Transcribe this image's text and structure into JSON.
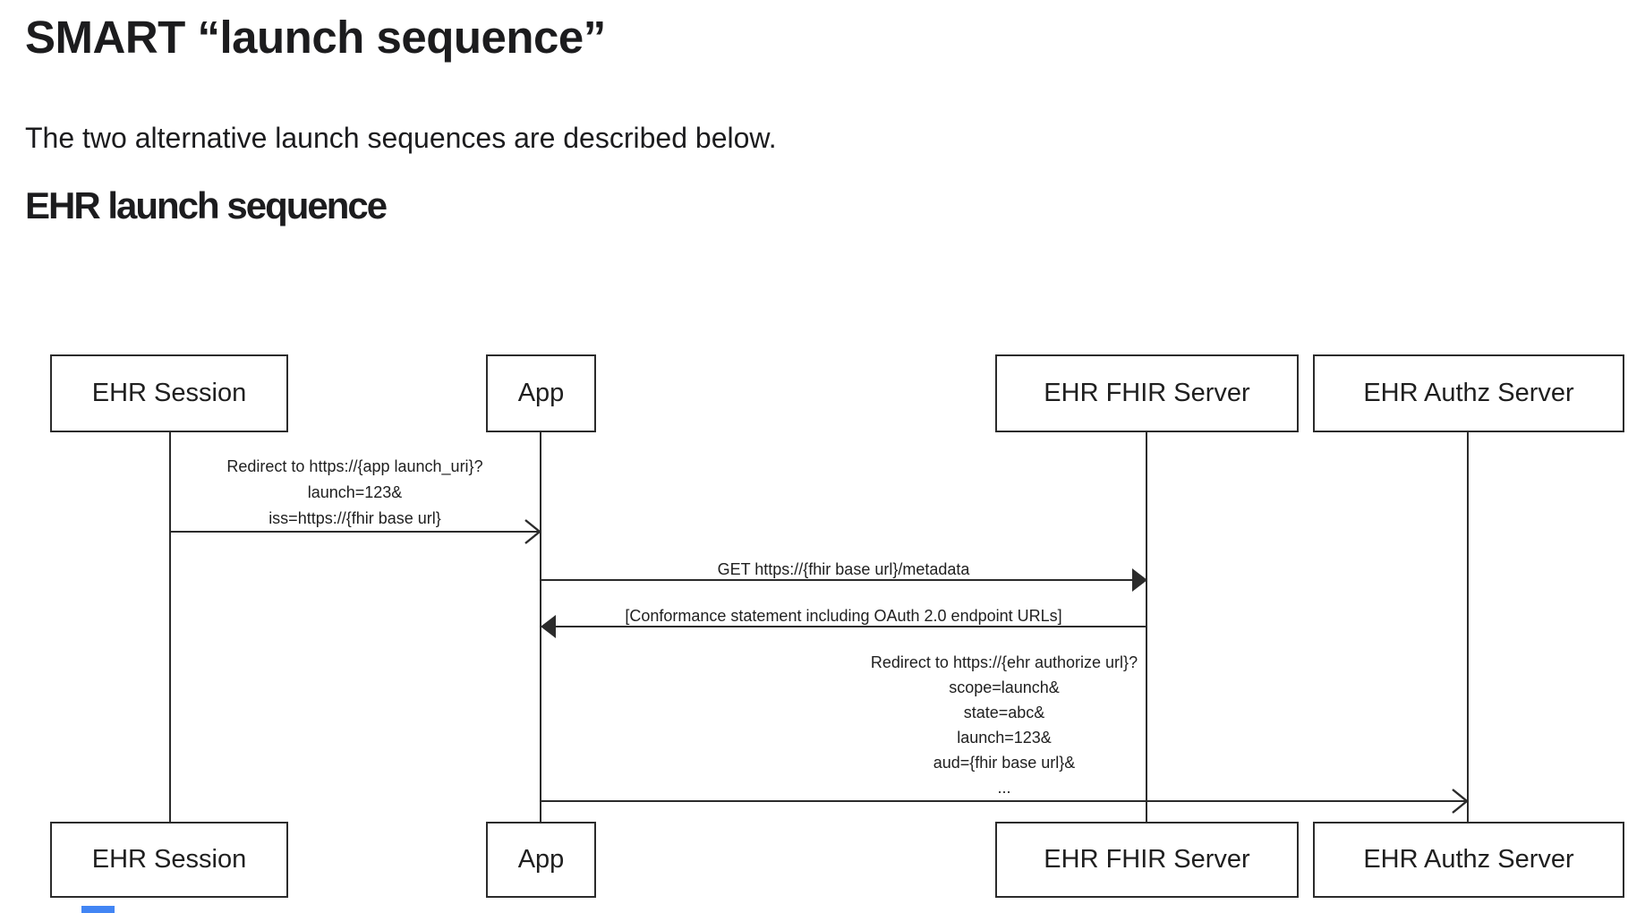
{
  "page": {
    "title": "SMART “launch sequence”",
    "intro": "The two alternative launch sequences are described below.",
    "section_heading": "EHR launch sequence"
  },
  "diagram": {
    "type": "uml-sequence",
    "actors": [
      {
        "id": "ehr-session",
        "label": "EHR Session"
      },
      {
        "id": "app",
        "label": "App"
      },
      {
        "id": "ehr-fhir-server",
        "label": "EHR FHIR Server"
      },
      {
        "id": "ehr-authz-server",
        "label": "EHR Authz Server"
      }
    ],
    "messages": [
      {
        "from": "EHR Session",
        "to": "App",
        "arrowhead": "open",
        "label_lines": [
          "Redirect to https://{app launch_uri}?",
          "launch=123&",
          "iss=https://{fhir base url}"
        ]
      },
      {
        "from": "App",
        "to": "EHR FHIR Server",
        "arrowhead": "filled",
        "label_lines": [
          "GET https://{fhir base url}/metadata"
        ]
      },
      {
        "from": "EHR FHIR Server",
        "to": "App",
        "arrowhead": "filled",
        "label_lines": [
          "[Conformance statement including OAuth 2.0 endpoint URLs]"
        ]
      },
      {
        "from": "App",
        "to": "EHR Authz Server",
        "arrowhead": "open",
        "label_lines": [
          "Redirect to https://{ehr authorize url}?",
          "scope=launch&",
          "state=abc&",
          "launch=123&",
          "aud={fhir base url}&",
          "..."
        ]
      }
    ],
    "colors": {
      "line": "#2b2b2b",
      "text": "#1f1f1f",
      "background": "#ffffff",
      "partial_element_blue": "#4285f4"
    }
  }
}
